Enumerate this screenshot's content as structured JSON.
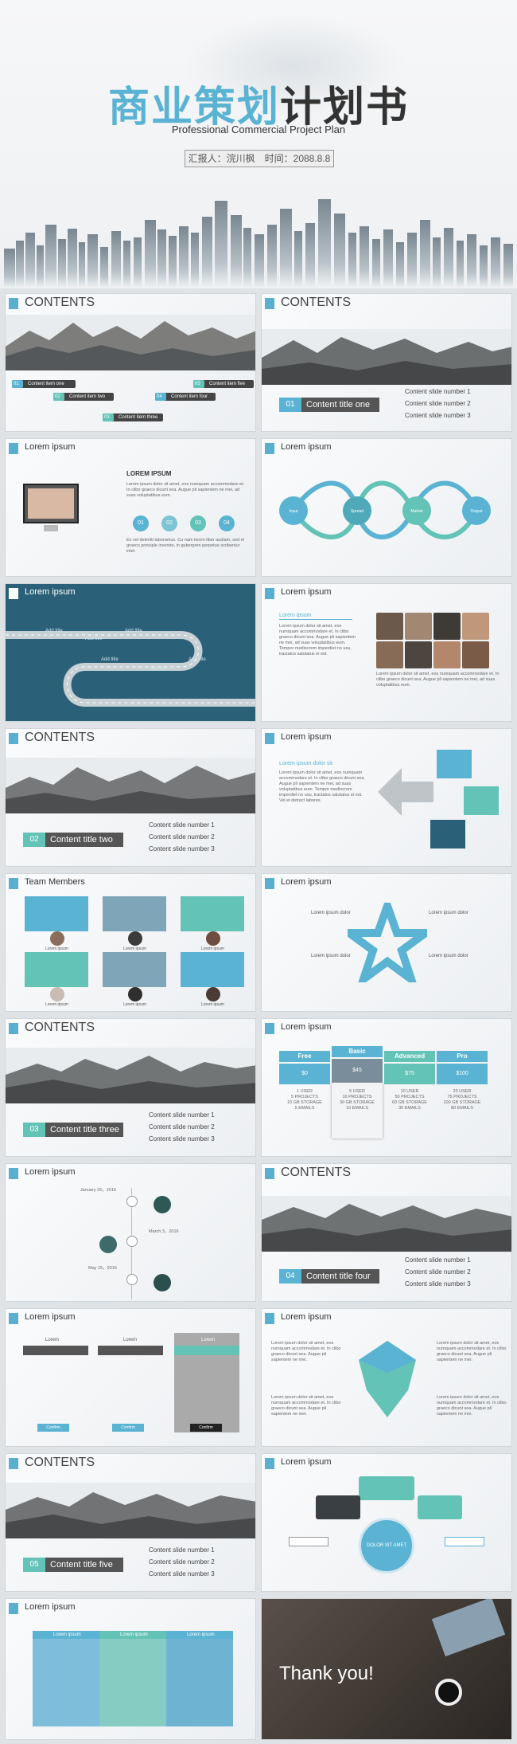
{
  "cover": {
    "title_a": "商业策划",
    "title_b": "计划书",
    "subtitle": "Professional Commercial Project Plan",
    "reporter": "汇报人：浣川枫　时间：2088.8.8"
  },
  "contents_heading": "CONTENTS",
  "lorem_heading": "Lorem ipsum",
  "slides": {
    "s1": {
      "items": [
        "Content item one",
        "Content item two",
        "Content item four",
        "Content item five",
        "Content item three"
      ],
      "nums": [
        "01",
        "02",
        "03",
        "04",
        "05"
      ]
    },
    "s2": {
      "num": "01",
      "title": "Content title one"
    },
    "s3": {
      "h": "LOREM IPSUM",
      "nums": [
        "01",
        "02",
        "03",
        "04"
      ]
    },
    "s4": {
      "nodes": [
        "Input",
        "Spread",
        "Market",
        "Output"
      ]
    },
    "s5": {
      "labels": [
        "Add title",
        "Add title",
        "Add title",
        "Add title",
        "Add title",
        "Add title"
      ]
    },
    "s6": {
      "sub": "Lorem ipsum"
    },
    "s7": {
      "num": "02",
      "title": "Content title two"
    },
    "s8": {
      "sub": "Lorem ipsum dolor sit"
    },
    "s9": {
      "heading": "Team Members",
      "names": [
        "Lorem ipsum",
        "Lorem ipsum",
        "Lorem ipsum",
        "Lorem ipsum",
        "Lorem ipsum",
        "Lorem ipsum"
      ]
    },
    "s10": {
      "labels": [
        "Lorem ipsum dolor",
        "Lorem ipsum dolor",
        "Lorem ipsum dolor",
        "Lorem ipsum dolor"
      ]
    },
    "s11": {
      "num": "03",
      "title": "Content title three"
    },
    "s12": {
      "plans": [
        {
          "name": "Free",
          "price": "$0",
          "users": "1 USER",
          "projects": "5 PROJECTS",
          "storage": "10 GB STORAGE",
          "emails": "5 EMAILS"
        },
        {
          "name": "Basic",
          "price": "$45",
          "users": "5 USER",
          "projects": "10 PROJECTS",
          "storage": "30 GB STORAGE",
          "emails": "10 EMAILS"
        },
        {
          "name": "Advanced",
          "price": "$75",
          "users": "10 USER",
          "projects": "50 PROJECTS",
          "storage": "60 GB STORAGE",
          "emails": "30 EMAILS"
        },
        {
          "name": "Pro",
          "price": "$100",
          "users": "20 USER",
          "projects": "75 PROJECTS",
          "storage": "100 GB STORAGE",
          "emails": "80 EMAILS"
        }
      ]
    },
    "s13": {
      "dates": [
        "January 25，2016",
        "March 3，2016",
        "May 15，2016"
      ]
    },
    "s14": {
      "num": "04",
      "title": "Content title four"
    },
    "s15": {
      "cols": [
        "Lorem",
        "Lorem",
        "Lorem"
      ],
      "btns": [
        "Confirm",
        "Confirm",
        "Confirm"
      ]
    },
    "s17": {
      "num": "05",
      "title": "Content title five"
    },
    "s18": {
      "center": "DOLOR SIT AMET"
    },
    "s19": {
      "cols": [
        "Lorem ipsum",
        "Lorem ipsum",
        "Lorem ipsum"
      ]
    },
    "s20": {
      "text": "Thank you!"
    }
  },
  "list_items": [
    "Content slide number 1",
    "Content slide number 2",
    "Content slide number 3"
  ],
  "colors": {
    "accent": "#5ab3d3",
    "teal": "#63c3b6",
    "dark": "#2b6178"
  }
}
